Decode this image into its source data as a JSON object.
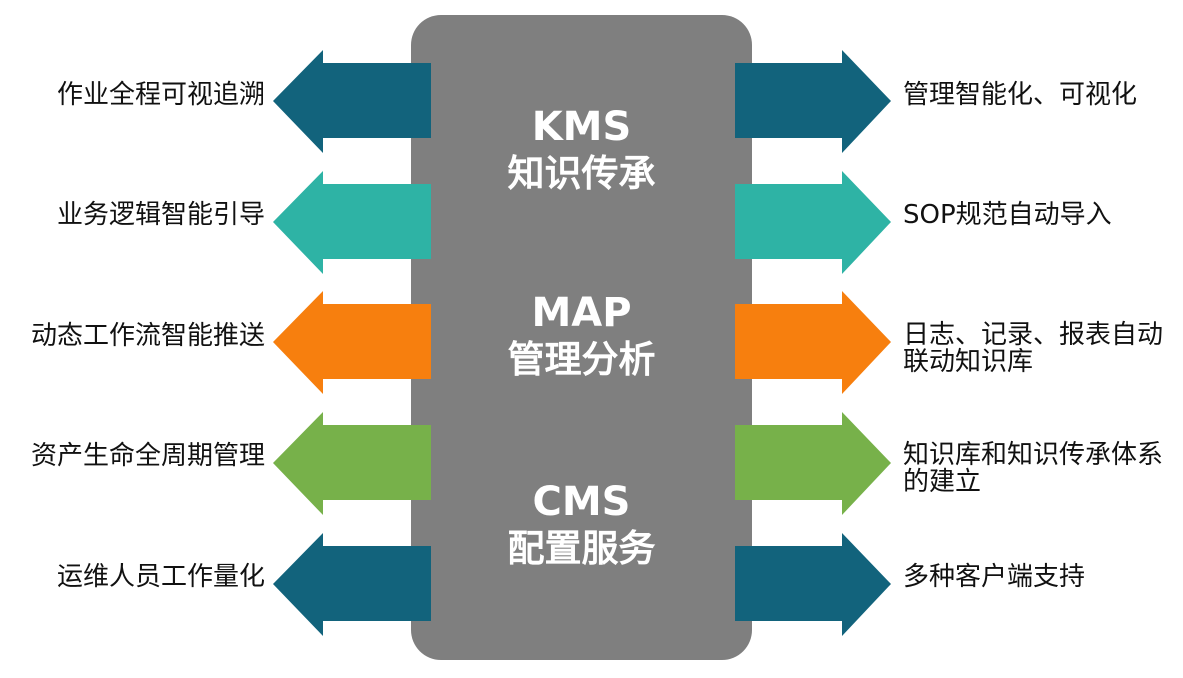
{
  "center": {
    "sections": [
      {
        "en": "KMS",
        "zh": "知识传承"
      },
      {
        "en": "MAP",
        "zh": "管理分析"
      },
      {
        "en": "CMS",
        "zh": "配置服务"
      }
    ],
    "color": "#7f7f7f"
  },
  "rows": [
    {
      "left": "作业全程可视追溯",
      "right": "管理智能化、可视化",
      "color": "#12637c"
    },
    {
      "left": "业务逻辑智能引导",
      "right": "SOP规范自动导入",
      "color": "#2eb3a5"
    },
    {
      "left": "动态工作流智能推送",
      "right": "日志、记录、报表自动联动知识库",
      "color": "#f77f0e"
    },
    {
      "left": "资产生命全周期管理",
      "right": "知识库和知识传承体系的建立",
      "color": "#77b14a"
    },
    {
      "left": "运维人员工作量化",
      "right": "多种客户端支持",
      "color": "#12637c"
    }
  ]
}
